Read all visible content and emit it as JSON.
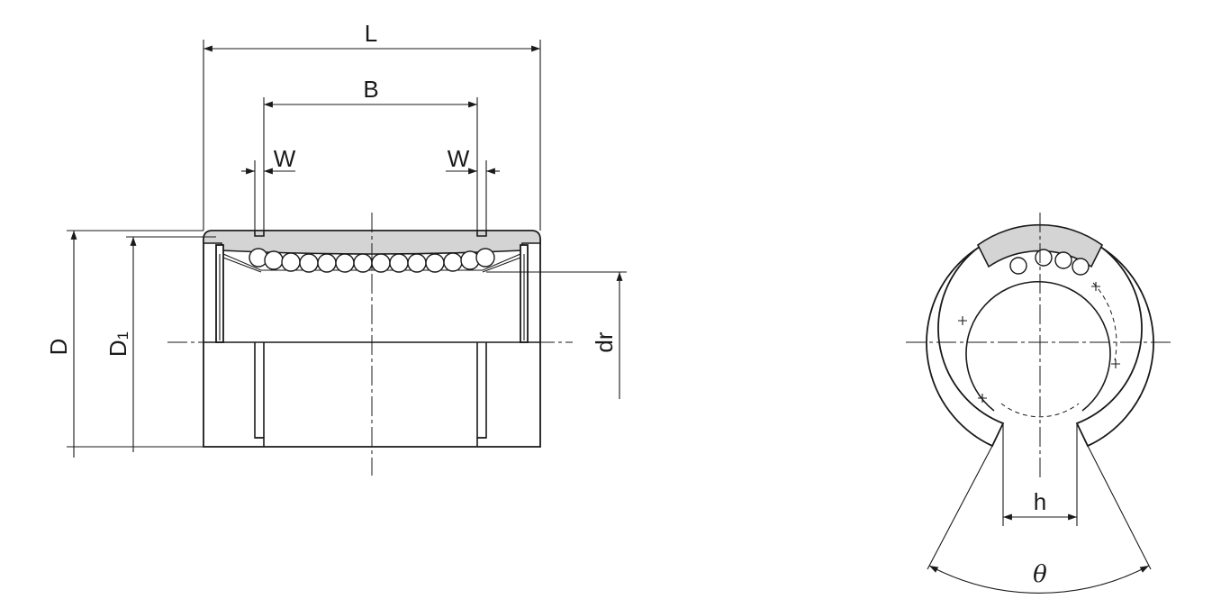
{
  "side_view": {
    "dim_L": "L",
    "dim_B": "B",
    "dim_W_left": "W",
    "dim_W_right": "W",
    "dim_D": "D",
    "dim_D1_main": "D",
    "dim_D1_sub": "1",
    "dim_dr": "dr"
  },
  "front_view": {
    "dim_h": "h",
    "dim_theta": "θ"
  }
}
